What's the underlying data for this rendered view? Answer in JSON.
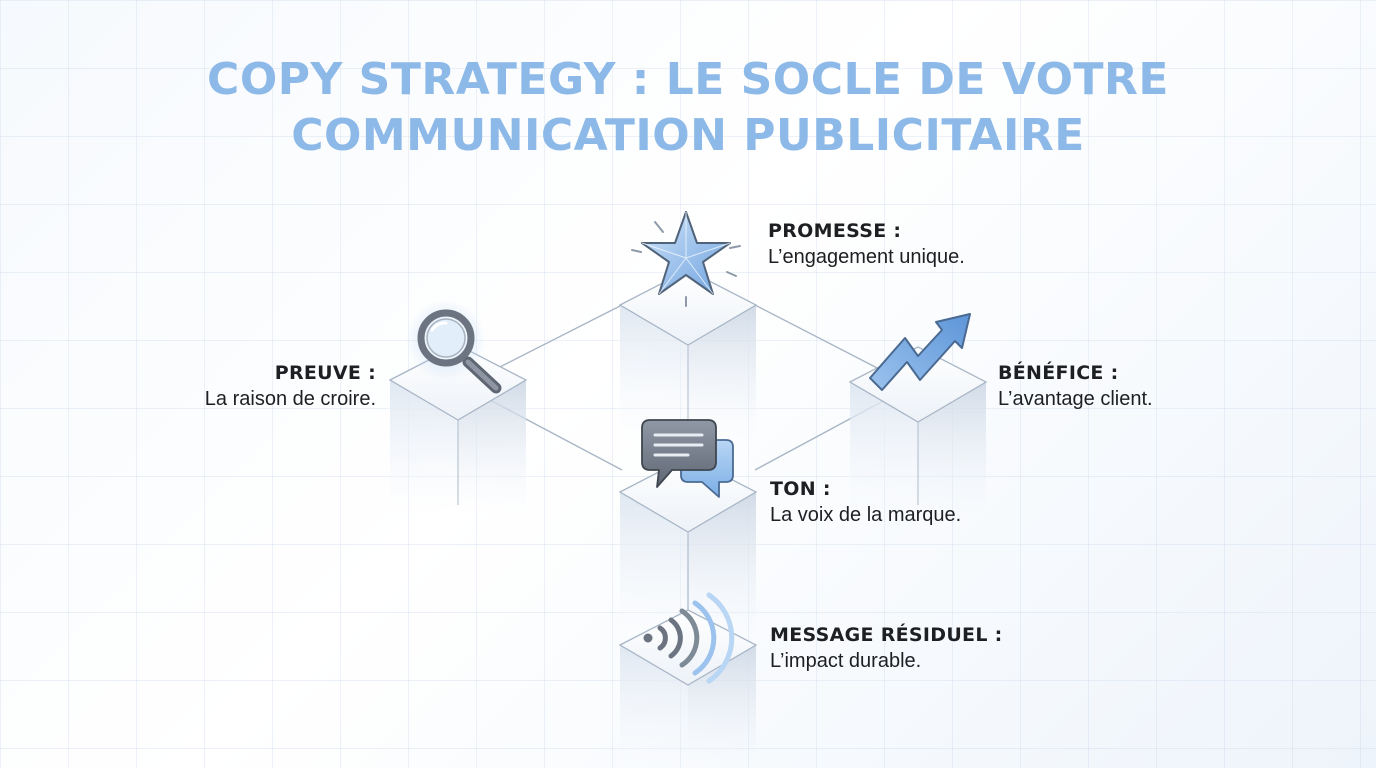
{
  "title": {
    "line1": "COPY STRATEGY : LE SOCLE DE VOTRE",
    "line2": "COMMUNICATION PUBLICITAIRE"
  },
  "nodes": {
    "promesse": {
      "label": "PROMESSE :",
      "description": "L’engagement unique.",
      "icon": "star-icon"
    },
    "preuve": {
      "label": "PREUVE :",
      "description": "La raison de croire.",
      "icon": "magnifier-icon"
    },
    "benefice": {
      "label": "BÉNÉFICE :",
      "description": "L’avantage client.",
      "icon": "trend-arrow-icon"
    },
    "ton": {
      "label": "TON :",
      "description": "La voix de la marque.",
      "icon": "chat-bubbles-icon"
    },
    "message": {
      "label": "MESSAGE RÉSIDUEL :",
      "description": "L’impact durable.",
      "icon": "signal-waves-icon"
    }
  },
  "colors": {
    "title": "#8db9e8",
    "accent": "#6fa3e0",
    "text": "#1e1f22",
    "icon_gray": "#6b7480"
  }
}
